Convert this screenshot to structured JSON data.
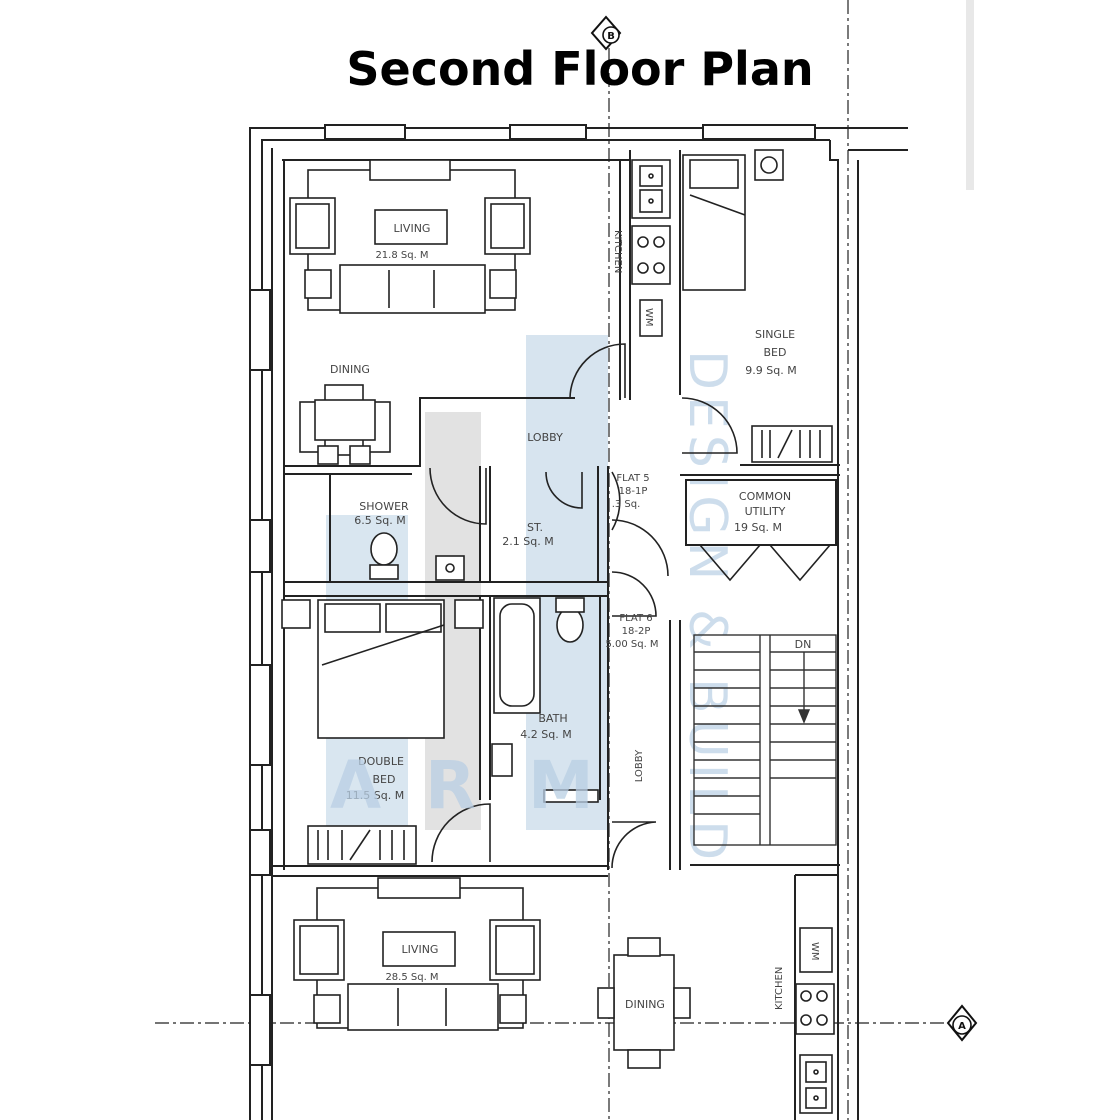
{
  "title": "Second Floor Plan",
  "grid_markers": {
    "top": "B",
    "right": "A"
  },
  "watermark": {
    "letters": "ARM",
    "text": "DESIGN & BUILD",
    "color": "#b9cfe4"
  },
  "rooms": {
    "living_top": {
      "name": "LIVING",
      "area": "21.8 Sq. M"
    },
    "dining_top": {
      "name": "DINING"
    },
    "kitchen_top": {
      "name": "KITCHEN"
    },
    "wm_top": {
      "name": "WM"
    },
    "single_bed": {
      "name_1": "SINGLE",
      "name_2": "BED",
      "area": "9.9 Sq. M"
    },
    "lobby_top": {
      "name": "LOBBY"
    },
    "shower": {
      "name": "SHOWER",
      "area": "6.5 Sq. M"
    },
    "store": {
      "name": "ST.",
      "area": "2.1 Sq. M"
    },
    "flat5": {
      "name": "FLAT 5",
      "sub": "18-1P",
      "area": ".3 Sq."
    },
    "common_utility": {
      "name_1": "COMMON",
      "name_2": "UTILITY",
      "area": "19 Sq. M"
    },
    "flat6": {
      "name": "FLAT 6",
      "sub": "18-2P",
      "area": "5.00 Sq. M"
    },
    "stair": {
      "direction": "DN"
    },
    "bath": {
      "name": "BATH",
      "area": "4.2 Sq. M"
    },
    "double_bed": {
      "name_1": "DOUBLE",
      "name_2": "BED",
      "area": "11.5 Sq. M"
    },
    "lobby_mid": {
      "name": "LOBBY"
    },
    "living_bottom": {
      "name": "LIVING",
      "area": "28.5 Sq. M"
    },
    "dining_bottom": {
      "name": "DINING"
    },
    "kitchen_bottom": {
      "name": "KITCHEN"
    },
    "wm_bottom": {
      "name": "WM"
    }
  }
}
